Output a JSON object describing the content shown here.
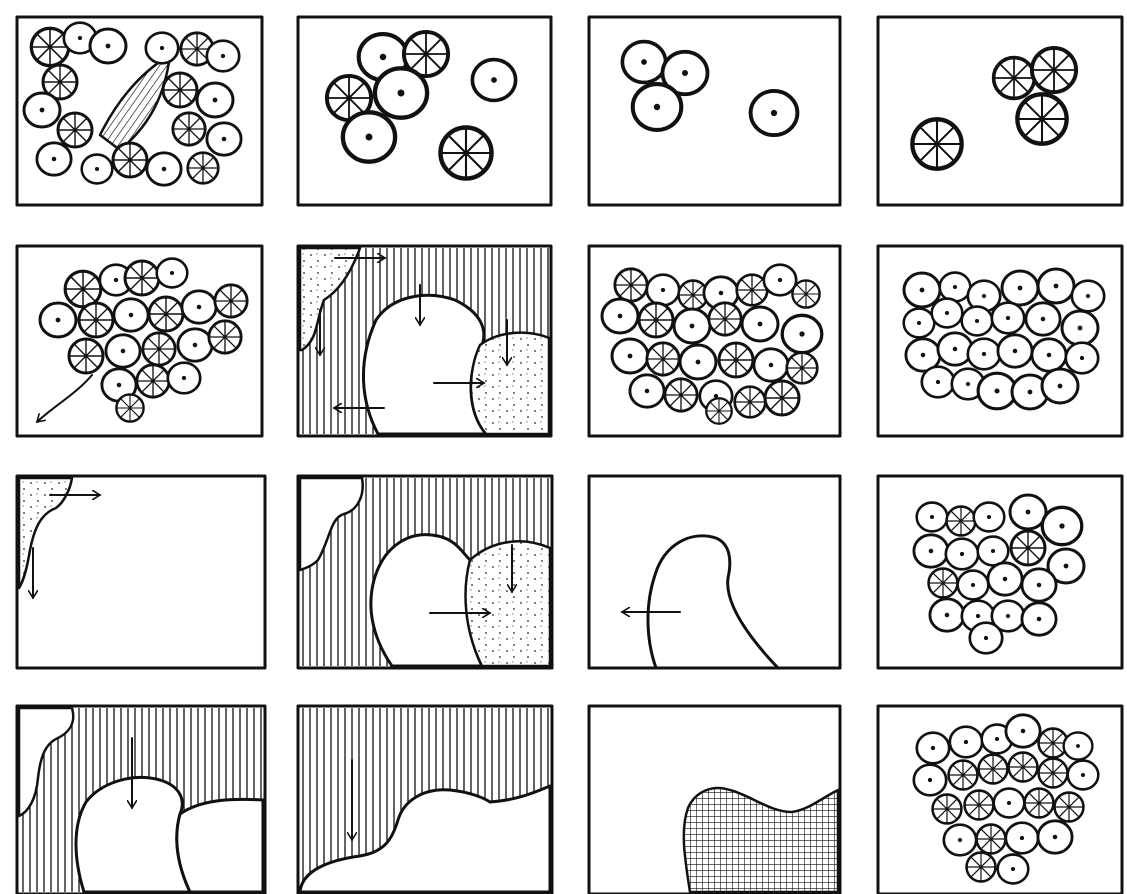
{
  "figure": {
    "rows": 4,
    "columns": 4,
    "ink_color": "#111111",
    "paper_color": "#ffffff",
    "panels": [
      {
        "row": 1,
        "col": 1,
        "content": [
          "dense-cells",
          "hatched-wedge"
        ]
      },
      {
        "row": 1,
        "col": 2,
        "content": [
          "sparse-cells"
        ]
      },
      {
        "row": 1,
        "col": 3,
        "content": [
          "few-cells"
        ]
      },
      {
        "row": 1,
        "col": 4,
        "content": [
          "spoked-cells"
        ]
      },
      {
        "row": 2,
        "col": 1,
        "content": [
          "dense-cells",
          "outward-arrow"
        ]
      },
      {
        "row": 2,
        "col": 2,
        "content": [
          "hatched-field",
          "stippled-regions",
          "arrows"
        ]
      },
      {
        "row": 2,
        "col": 3,
        "content": [
          "dense-cells"
        ]
      },
      {
        "row": 2,
        "col": 4,
        "content": [
          "plain-cell-cluster"
        ]
      },
      {
        "row": 3,
        "col": 1,
        "content": [
          "stippled-corner",
          "arrows"
        ]
      },
      {
        "row": 3,
        "col": 2,
        "content": [
          "hatched-field",
          "stippled-region",
          "arrows"
        ]
      },
      {
        "row": 3,
        "col": 3,
        "content": [
          "outlined-lobe",
          "arrow"
        ]
      },
      {
        "row": 3,
        "col": 4,
        "content": [
          "cell-cluster"
        ]
      },
      {
        "row": 4,
        "col": 1,
        "content": [
          "hatched-field",
          "lobe",
          "arrow"
        ]
      },
      {
        "row": 4,
        "col": 2,
        "content": [
          "hatched-field",
          "arrow"
        ]
      },
      {
        "row": 4,
        "col": 3,
        "content": [
          "crosshatched-mass"
        ]
      },
      {
        "row": 4,
        "col": 4,
        "content": [
          "dense-spoked-cluster"
        ]
      }
    ]
  }
}
